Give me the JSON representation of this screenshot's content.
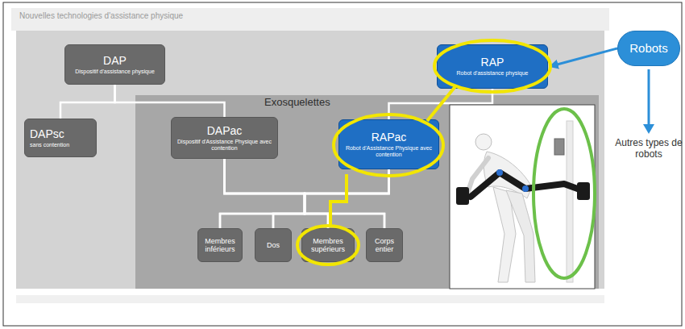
{
  "diagram": {
    "title": "Nouvelles technologies d'assistance physique",
    "nodes": [
      {
        "text": [
          "DAP",
          "Dispositif d'assistance physique"
        ]
      },
      {
        "text": [
          "RAP",
          "Robot d'assistance physique"
        ]
      },
      {
        "text": [
          "Robots"
        ]
      },
      {
        "text": [
          "DAPsc",
          "sans contention"
        ]
      },
      {
        "text": [
          "Exosquelettes"
        ]
      },
      {
        "text": [
          "DAPac",
          "Dispositif d'Assistance Physique avec contention"
        ],
        "in": 4
      },
      {
        "text": [
          "RAPac",
          "Robot d'Assistance Physique avec contention"
        ],
        "in": 4
      },
      {
        "text": [
          "Membres inférieurs"
        ],
        "in": 4
      },
      {
        "text": [
          "Dos"
        ],
        "in": 4
      },
      {
        "text": [
          "Membres supérieurs"
        ],
        "in": 4
      },
      {
        "text": [
          "Corps entier"
        ],
        "in": 4
      }
    ],
    "edges": [
      {
        "from": 0,
        "to": 3,
        "arrow": "none"
      },
      {
        "from": 0,
        "to": 5,
        "arrow": "none"
      },
      {
        "from": 1,
        "to": 6,
        "arrow": "none"
      },
      {
        "from": 5,
        "to": 7,
        "arrow": "none"
      },
      {
        "from": 5,
        "to": 8,
        "arrow": "none"
      },
      {
        "from": 5,
        "to": 9,
        "arrow": "none"
      },
      {
        "from": 5,
        "to": 10,
        "arrow": "none"
      },
      {
        "from": 6,
        "to": 7,
        "arrow": "none"
      },
      {
        "from": 6,
        "to": 8,
        "arrow": "none"
      },
      {
        "from": 6,
        "to": 9,
        "arrow": "none"
      },
      {
        "from": 6,
        "to": 10,
        "arrow": "none"
      },
      {
        "from": 2,
        "to": 1,
        "arrow": "to"
      }
    ],
    "labels": [
      "Autres types de robots"
    ]
  }
}
